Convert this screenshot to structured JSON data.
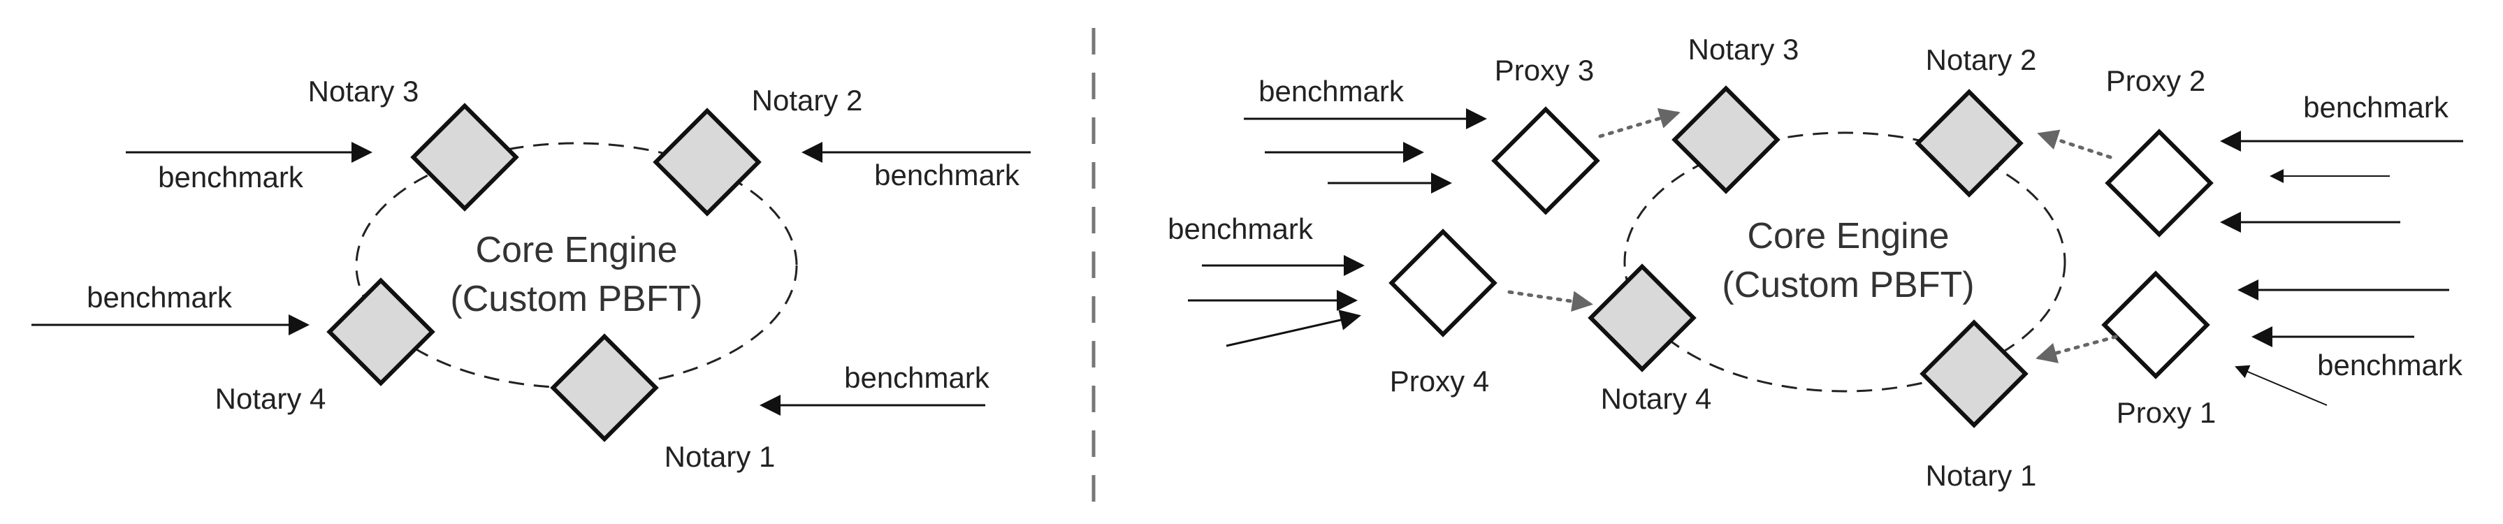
{
  "left_panel": {
    "engine_line1": "Core Engine",
    "engine_line2": "(Custom PBFT)",
    "notary1": "Notary 1",
    "notary2": "Notary 2",
    "notary3": "Notary 3",
    "notary4": "Notary 4",
    "bench_top_left": "benchmark",
    "bench_top_right": "benchmark",
    "bench_mid_left": "benchmark",
    "bench_bottom_right": "benchmark"
  },
  "right_panel": {
    "engine_line1": "Core Engine",
    "engine_line2": "(Custom PBFT)",
    "notary1": "Notary 1",
    "notary2": "Notary 2",
    "notary3": "Notary 3",
    "notary4": "Notary 4",
    "proxy1": "Proxy 1",
    "proxy2": "Proxy 2",
    "proxy3": "Proxy 3",
    "proxy4": "Proxy 4",
    "bench_proxy3": "benchmark",
    "bench_proxy4": "benchmark",
    "bench_proxy2": "benchmark",
    "bench_proxy1": "benchmark"
  },
  "colors": {
    "notary_fill": "#d9d9d9",
    "proxy_fill": "#ffffff",
    "dotted_arrow": "#666666"
  }
}
